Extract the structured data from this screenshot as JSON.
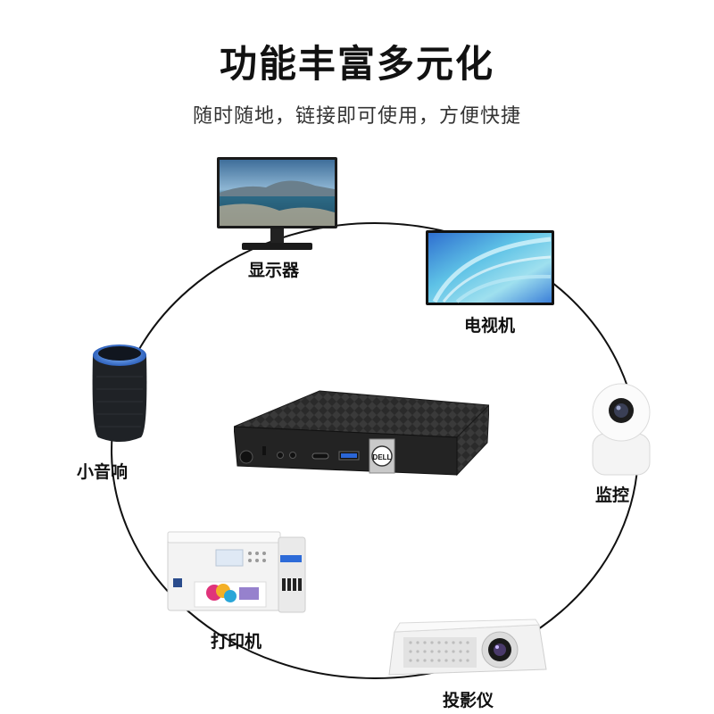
{
  "header": {
    "title": "功能丰富多元化",
    "subtitle": "随时随地，链接即可使用，方便快捷"
  },
  "devices": {
    "monitor": "显示器",
    "tv": "电视机",
    "camera": "监控",
    "projector": "投影仪",
    "printer": "打印机",
    "speaker": "小音响"
  },
  "center": {
    "brand": "DELL"
  },
  "colors": {
    "ring": "#111111",
    "pc_body": "#2a2a2a",
    "tv_screen": "#5ec2e6",
    "speaker_light": "#3a8cff"
  }
}
